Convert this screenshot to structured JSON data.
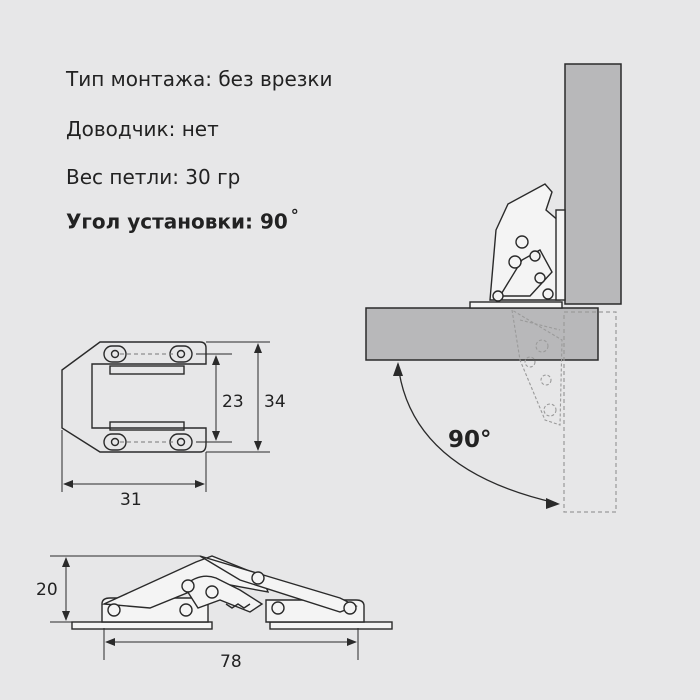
{
  "specs": {
    "mount_type": "Тип монтажа: без врезки",
    "soft_close": "Доводчик: нет",
    "weight": "Вес петли: 30 гр",
    "angle": "Угол установки: 90",
    "angle_degree_sign": "°"
  },
  "dimensions": {
    "hole_spacing": "23",
    "plate_height": "34",
    "plate_width": "31",
    "hinge_height": "20",
    "hinge_length": "78"
  },
  "side_view": {
    "opening_angle": "90°"
  },
  "colors": {
    "background": "#e7e7e8",
    "line": "#2a2a2a",
    "panel_fill": "#b8b8ba",
    "hinge_fill": "#f4f4f4",
    "dashed": "#9a9a9a"
  }
}
